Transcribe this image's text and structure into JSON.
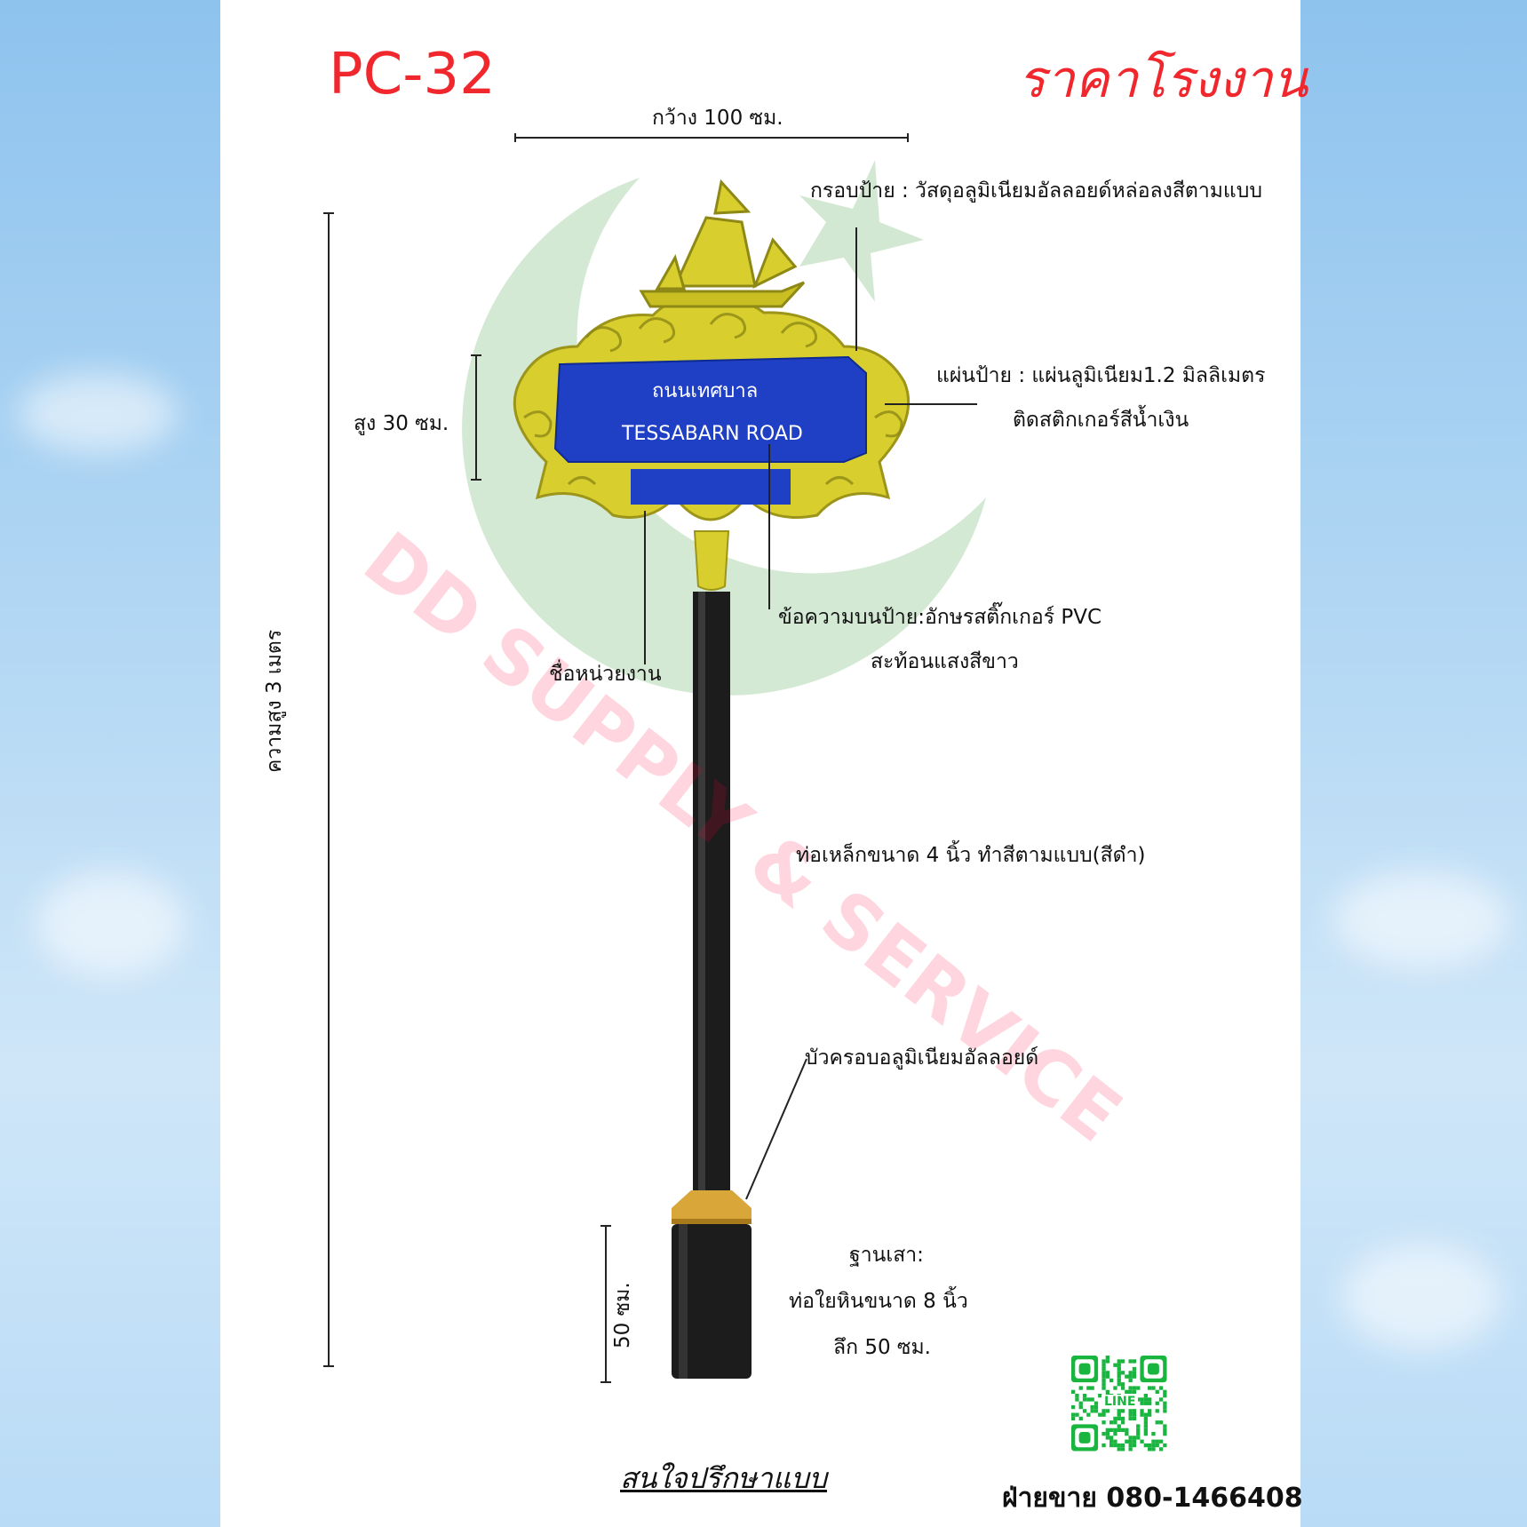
{
  "model_code": "PC-32",
  "price_label": "ราคาโรงงาน",
  "dimensions": {
    "width": "กว้าง 100 ซม.",
    "sign_height": "สูง 30 ซม.",
    "total_height": "ความสูง 3 เมตร",
    "base_depth": "50 ซม."
  },
  "sign_face": {
    "line1": "ถนนเทศบาล",
    "line2": "TESSABARN ROAD"
  },
  "callouts": {
    "frame": "กรอบป้าย : วัสดุอลูมิเนียมอัลลอยด์หล่อลงสีตามแบบ",
    "plate_line1": "แผ่นป้าย : แผ่นลูมิเนียม1.2 มิลลิเมตร",
    "plate_line2": "ติดสติกเกอร์สีน้ำเงิน",
    "text_line1": "ข้อความบนป้าย:อักษรสติ๊กเกอร์ PVC",
    "text_line2": "สะท้อนแสงสีขาว",
    "agency": "ชื่อหน่วยงาน",
    "pipe": "ท่อเหล็กขนาด 4 นิ้ว ทำสีตามแบบ(สีดำ)",
    "collar": "บัวครอบอลูมิเนียมอัลลอยด์",
    "base_line1": "ฐานเสา:",
    "base_line2": "ท่อใยหินขนาด 8 นิ้ว",
    "base_line3": "ลึก 50 ซม."
  },
  "watermark": "DD SUPPLY & SERVICE",
  "qr_label": "LINE",
  "footer": {
    "consult": "สนใจปรึกษาแบบ",
    "sales": "ฝ่ายขาย 080-1466408"
  },
  "colors": {
    "title_red": "#f0282d",
    "sign_blue": "#1f3fc4",
    "frame_gold": "#d8cf2e",
    "pipe_black": "#1c1c1c",
    "collar_gold": "#d9a63a",
    "line_green": "#19b53f"
  }
}
